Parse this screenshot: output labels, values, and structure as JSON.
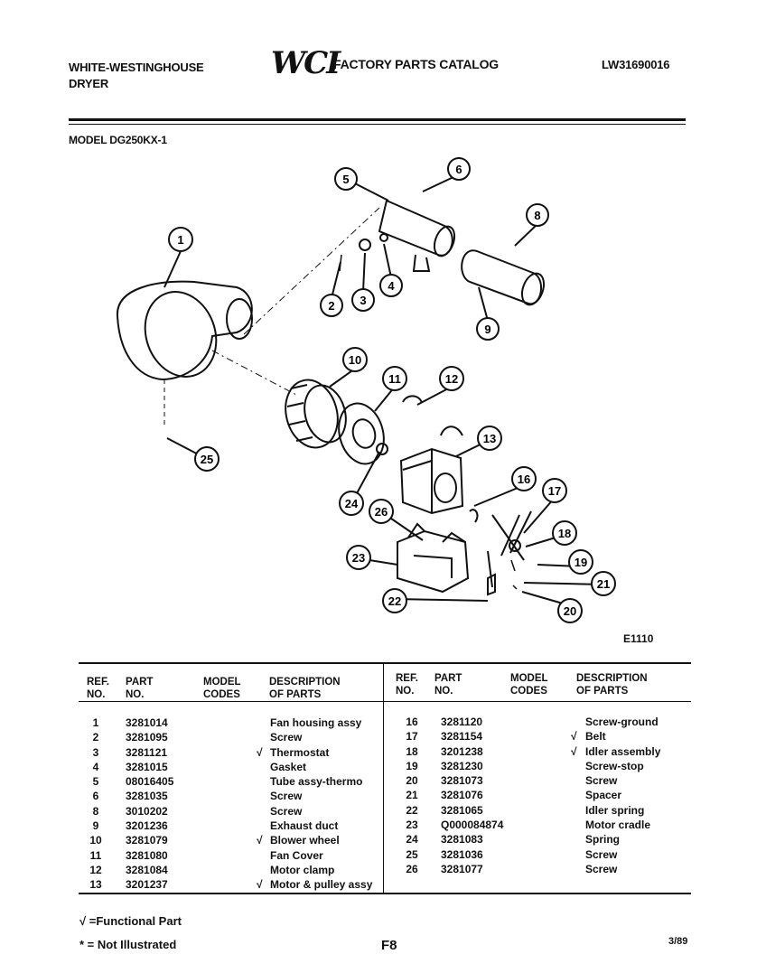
{
  "header": {
    "brand_line1": "WHITE-WESTINGHOUSE",
    "brand_line2": "DRYER",
    "logo": "WCI",
    "catalog_title": "FACTORY PARTS CATALOG",
    "catalog_number": "LW31690016",
    "model": "MODEL DG250KX-1"
  },
  "diagram": {
    "figure_code": "E1110",
    "callouts": [
      "1",
      "2",
      "3",
      "4",
      "5",
      "6",
      "8",
      "9",
      "10",
      "11",
      "12",
      "13",
      "16",
      "17",
      "18",
      "19",
      "20",
      "21",
      "22",
      "23",
      "24",
      "25",
      "26"
    ]
  },
  "table_headers": {
    "ref_no": [
      "REF.",
      "NO."
    ],
    "part_no": [
      "PART",
      "NO."
    ],
    "model_codes": [
      "MODEL",
      "CODES"
    ],
    "description": [
      "DESCRIPTION",
      "OF PARTS"
    ]
  },
  "parts_left": [
    {
      "ref": "1",
      "part": "3281014",
      "func": "",
      "desc": "Fan housing assy"
    },
    {
      "ref": "2",
      "part": "3281095",
      "func": "",
      "desc": "Screw"
    },
    {
      "ref": "3",
      "part": "3281121",
      "func": "√",
      "desc": "Thermostat"
    },
    {
      "ref": "4",
      "part": "3281015",
      "func": "",
      "desc": "Gasket"
    },
    {
      "ref": "5",
      "part": "08016405",
      "func": "",
      "desc": "Tube assy-thermo"
    },
    {
      "ref": "6",
      "part": "3281035",
      "func": "",
      "desc": "Screw"
    },
    {
      "ref": "8",
      "part": "3010202",
      "func": "",
      "desc": "Screw"
    },
    {
      "ref": "9",
      "part": "3201236",
      "func": "",
      "desc": "Exhaust duct"
    },
    {
      "ref": "10",
      "part": "3281079",
      "func": "√",
      "desc": "Blower wheel"
    },
    {
      "ref": "11",
      "part": "3281080",
      "func": "",
      "desc": "Fan Cover"
    },
    {
      "ref": "12",
      "part": "3281084",
      "func": "",
      "desc": "Motor clamp"
    },
    {
      "ref": "13",
      "part": "3201237",
      "func": "√",
      "desc": "Motor & pulley assy"
    }
  ],
  "parts_right": [
    {
      "ref": "16",
      "part": "3281120",
      "func": "",
      "desc": "Screw-ground"
    },
    {
      "ref": "17",
      "part": "3281154",
      "func": "√",
      "desc": "Belt"
    },
    {
      "ref": "18",
      "part": "3201238",
      "func": "√",
      "desc": "Idler assembly"
    },
    {
      "ref": "19",
      "part": "3281230",
      "func": "",
      "desc": "Screw-stop"
    },
    {
      "ref": "20",
      "part": "3281073",
      "func": "",
      "desc": "Screw"
    },
    {
      "ref": "21",
      "part": "3281076",
      "func": "",
      "desc": "Spacer"
    },
    {
      "ref": "22",
      "part": "3281065",
      "func": "",
      "desc": "Idler spring"
    },
    {
      "ref": "23",
      "part": "Q000084874",
      "func": "",
      "desc": "Motor cradle"
    },
    {
      "ref": "24",
      "part": "3281083",
      "func": "",
      "desc": "Spring"
    },
    {
      "ref": "25",
      "part": "3281036",
      "func": "",
      "desc": "Screw"
    },
    {
      "ref": "26",
      "part": "3281077",
      "func": "",
      "desc": "Screw"
    }
  ],
  "footer": {
    "functional_part": "√ =Functional Part",
    "not_illustrated": "* = Not Illustrated",
    "page": "F8",
    "date": "3/89"
  }
}
